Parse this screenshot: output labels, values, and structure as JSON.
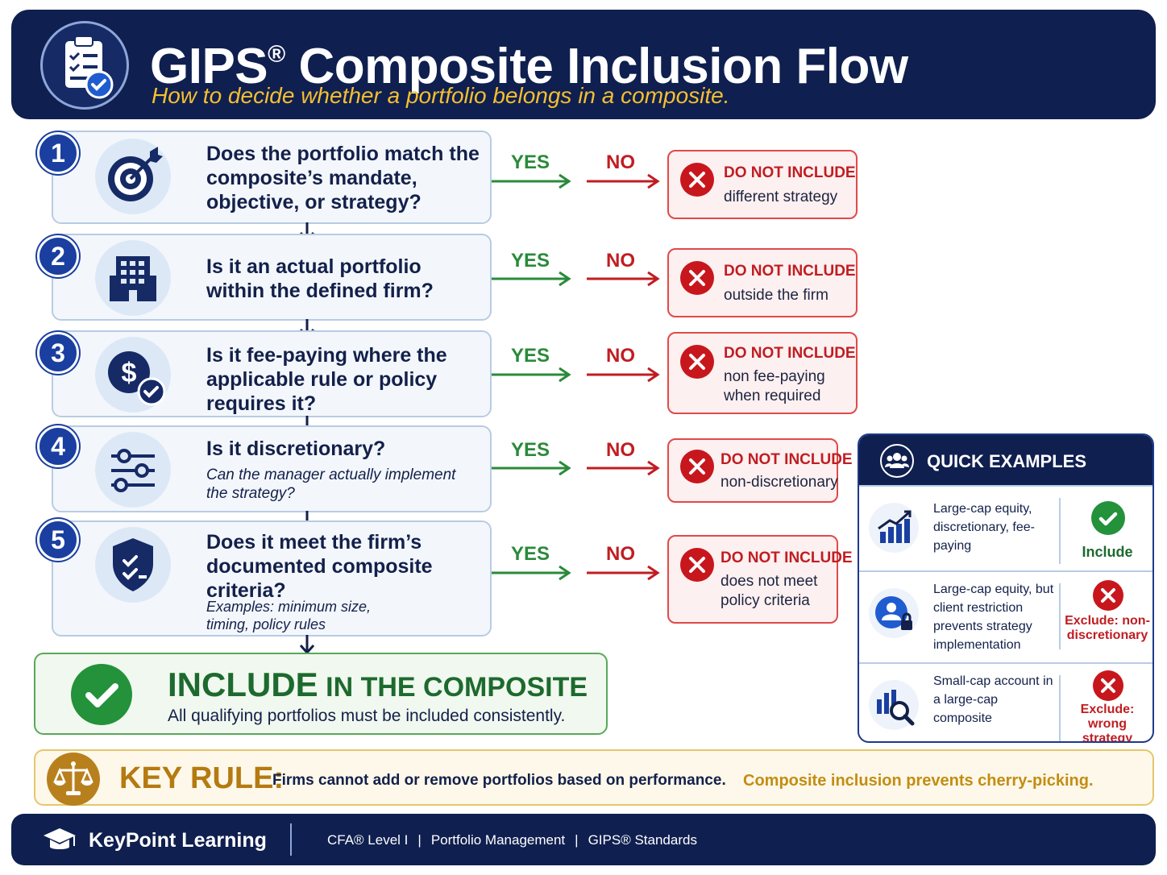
{
  "header": {
    "title": "GIPS",
    "title_reg": "®",
    "title_rest": " Composite Inclusion Flow",
    "subtitle": "How to decide whether a portfolio belongs in a composite."
  },
  "flow": {
    "yes_label": "YES",
    "no_label": "NO",
    "exclude_heading": "DO NOT INCLUDE",
    "steps": [
      {
        "number": "1",
        "icon": "target-icon",
        "question": "Does the portfolio match the composite’s mandate, objective, or strategy?",
        "note": "",
        "exclude_reason": "different strategy"
      },
      {
        "number": "2",
        "icon": "building-icon",
        "question": "Is it an actual portfolio within the defined firm?",
        "note": "",
        "exclude_reason": "outside the firm"
      },
      {
        "number": "3",
        "icon": "dollar-check-icon",
        "question": "Is it fee-paying where the applicable rule or policy requires it?",
        "note": "",
        "exclude_reason": "non fee-paying when required"
      },
      {
        "number": "4",
        "icon": "sliders-icon",
        "question": "Is it discretionary?",
        "note": "Can the manager actually implement the strategy?",
        "exclude_reason": "non-discretionary"
      },
      {
        "number": "5",
        "icon": "shield-check-icon",
        "question": "Does it meet the firm’s documented composite criteria?",
        "note": "Examples: minimum size, timing, policy rules",
        "exclude_reason": "does not meet policy criteria"
      }
    ]
  },
  "include": {
    "title_big": "INCLUDE",
    "title_rest": " IN THE COMPOSITE",
    "description": "All qualifying portfolios must be included consistently."
  },
  "quick_examples": {
    "title": "QUICK EXAMPLES",
    "rows": [
      {
        "icon": "bar-chart-icon",
        "text": "Large-cap equity, discretionary, fee-paying",
        "verdict": "Include",
        "verdict_type": "include"
      },
      {
        "icon": "user-lock-icon",
        "text": "Large-cap equity, but client restriction prevents strategy implementation",
        "verdict": "Exclude: non-discretionary",
        "verdict_type": "exclude"
      },
      {
        "icon": "chart-magnifier-icon",
        "text": "Small-cap account in a large-cap composite",
        "verdict": "Exclude: wrong strategy",
        "verdict_type": "exclude"
      }
    ]
  },
  "key_rule": {
    "label": "KEY RULE:",
    "text": "Firms cannot add or remove portfolios based on performance.",
    "note": "Composite inclusion prevents cherry-picking."
  },
  "footer": {
    "brand": "KeyPoint Learning",
    "tags": [
      "CFA® Level I",
      "Portfolio Management",
      "GIPS® Standards"
    ]
  },
  "colors": {
    "navy": "#0f1f4f",
    "step_blue": "#1a3fa0",
    "yes_green": "#2a8a3a",
    "no_red": "#c01d22",
    "include_green": "#23923a",
    "key_gold": "#b57a10"
  }
}
